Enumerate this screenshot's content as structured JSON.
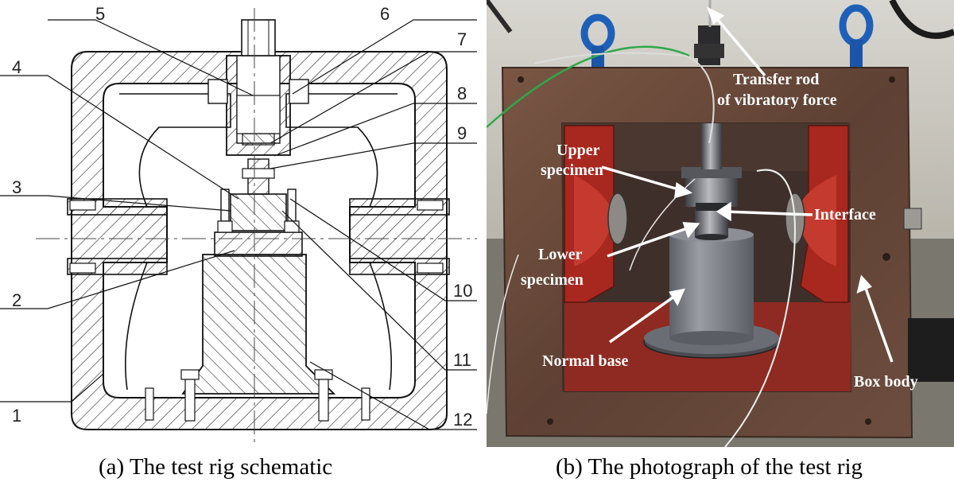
{
  "schematic": {
    "callouts": [
      "1",
      "2",
      "3",
      "4",
      "5",
      "6",
      "7",
      "8",
      "9",
      "10",
      "11",
      "12"
    ],
    "caption": "(a) The test rig schematic"
  },
  "photo": {
    "labels": {
      "transfer_rod_1": "Transfer rod",
      "transfer_rod_2": "of vibratory force",
      "upper_1": "Upper",
      "upper_2": "specimen",
      "interface": "Interface",
      "lower_1": "Lower",
      "lower_2": "specimen",
      "normal_base": "Normal base",
      "box_body": "Box body"
    },
    "caption": "(b) The photograph of the test rig"
  },
  "colors": {
    "frame": "#6b4a3a",
    "red_support": "#b02a20",
    "base_grey": "#7d8088",
    "background": "#8a8680"
  }
}
